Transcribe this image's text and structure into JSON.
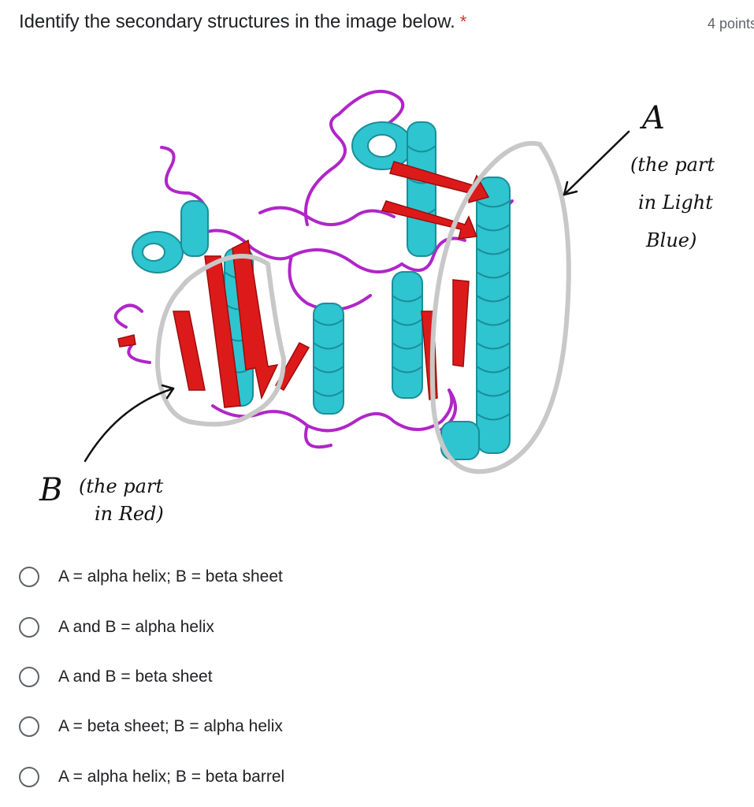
{
  "question": {
    "title": "Identify the secondary structures in the image below.",
    "required_marker": "*",
    "points": "4 points"
  },
  "annotations": {
    "a_letter": "A",
    "a_note_line1": "(the part",
    "a_note_line2": "in Light",
    "a_note_line3": "Blue)",
    "b_letter": "B",
    "b_note_line1": "(the part",
    "b_note_line2": "in Red)"
  },
  "colors": {
    "helix": "#2ec4d0",
    "sheet": "#dd1a1a",
    "loop": "#b026c8",
    "marker_circle": "#c8c8c8",
    "required": "#d93025"
  },
  "options": [
    {
      "label": "A = alpha helix; B = beta sheet",
      "selected": false
    },
    {
      "label": "A and B = alpha helix",
      "selected": false
    },
    {
      "label": "A and B = beta sheet",
      "selected": false
    },
    {
      "label": "A = beta sheet; B = alpha helix",
      "selected": false
    },
    {
      "label": "A = alpha helix; B = beta barrel",
      "selected": false
    }
  ]
}
